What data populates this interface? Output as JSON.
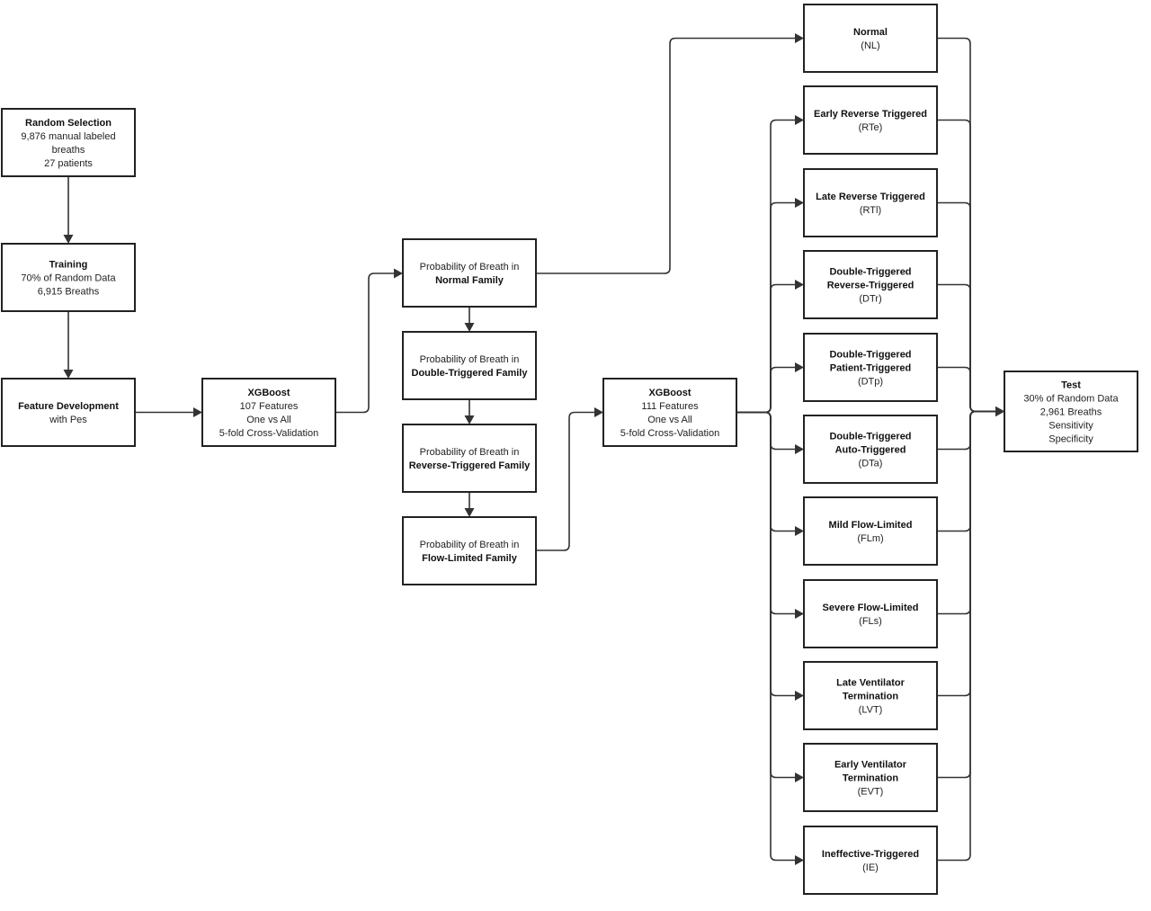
{
  "boxes": [
    {
      "id": "random-selection",
      "lines": [
        {
          "text": "Random Selection",
          "bold": true
        },
        {
          "text": "9,876 manual labeled",
          "bold": false
        },
        {
          "text": "breaths",
          "bold": false
        },
        {
          "text": "27 patients",
          "bold": false
        }
      ]
    },
    {
      "id": "training",
      "lines": [
        {
          "text": "Training",
          "bold": true
        },
        {
          "text": "70% of Random Data",
          "bold": false
        },
        {
          "text": "6,915 Breaths",
          "bold": false
        }
      ]
    },
    {
      "id": "feature-development",
      "lines": [
        {
          "text": "Feature Development",
          "bold": true
        },
        {
          "text": "with Pes",
          "bold": false
        }
      ]
    },
    {
      "id": "xgboost-1",
      "lines": [
        {
          "text": "XGBoost",
          "bold": true
        },
        {
          "text": "107 Features",
          "bold": false
        },
        {
          "text": "One vs All",
          "bold": false
        },
        {
          "text": "5-fold Cross-Validation",
          "bold": false
        }
      ]
    },
    {
      "id": "prob-normal-family",
      "lines": [
        {
          "text": "Probability of Breath in",
          "bold": false
        },
        {
          "text": "Normal Family",
          "bold": true
        }
      ]
    },
    {
      "id": "prob-double-triggered-family",
      "lines": [
        {
          "text": "Probability of Breath in",
          "bold": false
        },
        {
          "text": "Double-Triggered Family",
          "bold": true
        }
      ]
    },
    {
      "id": "prob-reverse-triggered-family",
      "lines": [
        {
          "text": "Probability of Breath in",
          "bold": false
        },
        {
          "text": "Reverse-Triggered Family",
          "bold": true
        }
      ]
    },
    {
      "id": "prob-flow-limited-family",
      "lines": [
        {
          "text": "Probability of Breath in",
          "bold": false
        },
        {
          "text": "Flow-Limited Family",
          "bold": true
        }
      ]
    },
    {
      "id": "xgboost-2",
      "lines": [
        {
          "text": "XGBoost",
          "bold": true
        },
        {
          "text": "111 Features",
          "bold": false
        },
        {
          "text": "One vs All",
          "bold": false
        },
        {
          "text": "5-fold Cross-Validation",
          "bold": false
        }
      ]
    },
    {
      "id": "class-normal",
      "lines": [
        {
          "text": "Normal",
          "bold": true
        },
        {
          "text": "(NL)",
          "bold": false
        }
      ]
    },
    {
      "id": "class-early-reverse-triggered",
      "lines": [
        {
          "text": "Early Reverse Triggered",
          "bold": true
        },
        {
          "text": "(RTe)",
          "bold": false
        }
      ]
    },
    {
      "id": "class-late-reverse-triggered",
      "lines": [
        {
          "text": "Late Reverse Triggered",
          "bold": true
        },
        {
          "text": "(RTl)",
          "bold": false
        }
      ]
    },
    {
      "id": "class-double-triggered-reverse-triggered",
      "lines": [
        {
          "text": "Double-Triggered",
          "bold": true
        },
        {
          "text": "Reverse-Triggered",
          "bold": true
        },
        {
          "text": "(DTr)",
          "bold": false
        }
      ]
    },
    {
      "id": "class-double-triggered-patient-triggered",
      "lines": [
        {
          "text": "Double-Triggered",
          "bold": true
        },
        {
          "text": "Patient-Triggered",
          "bold": true
        },
        {
          "text": "(DTp)",
          "bold": false
        }
      ]
    },
    {
      "id": "class-double-triggered-auto-triggered",
      "lines": [
        {
          "text": "Double-Triggered",
          "bold": true
        },
        {
          "text": "Auto-Triggered",
          "bold": true
        },
        {
          "text": "(DTa)",
          "bold": false
        }
      ]
    },
    {
      "id": "class-mild-flow-limited",
      "lines": [
        {
          "text": "Mild Flow-Limited",
          "bold": true
        },
        {
          "text": "(FLm)",
          "bold": false
        }
      ]
    },
    {
      "id": "class-severe-flow-limited",
      "lines": [
        {
          "text": "Severe Flow-Limited",
          "bold": true
        },
        {
          "text": "(FLs)",
          "bold": false
        }
      ]
    },
    {
      "id": "class-late-ventilator-termination",
      "lines": [
        {
          "text": "Late Ventilator",
          "bold": true
        },
        {
          "text": "Termination",
          "bold": true
        },
        {
          "text": "(LVT)",
          "bold": false
        }
      ]
    },
    {
      "id": "class-early-ventilator-termination",
      "lines": [
        {
          "text": "Early Ventilator",
          "bold": true
        },
        {
          "text": "Termination",
          "bold": true
        },
        {
          "text": "(EVT)",
          "bold": false
        }
      ]
    },
    {
      "id": "class-ineffective-triggered",
      "lines": [
        {
          "text": "Ineffective-Triggered",
          "bold": true
        },
        {
          "text": "(IE)",
          "bold": false
        }
      ]
    },
    {
      "id": "test",
      "lines": [
        {
          "text": "Test",
          "bold": true
        },
        {
          "text": "30% of Random Data",
          "bold": false
        },
        {
          "text": "2,961 Breaths",
          "bold": false
        },
        {
          "text": "Sensitivity",
          "bold": false
        },
        {
          "text": "Specificity",
          "bold": false
        }
      ]
    }
  ]
}
